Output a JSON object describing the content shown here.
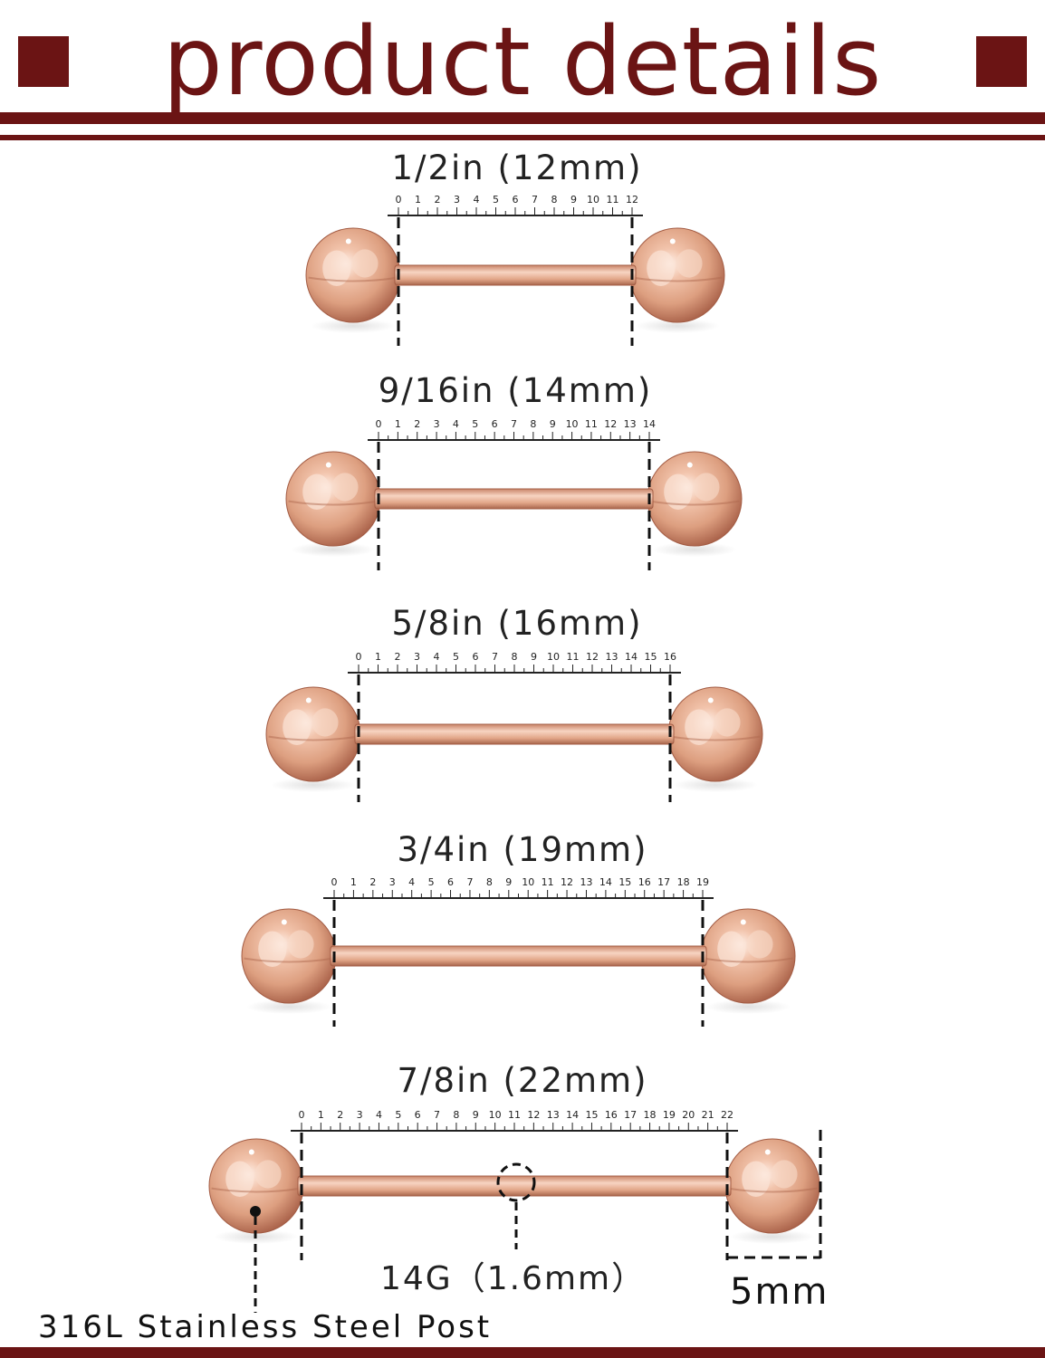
{
  "header": {
    "title": "product details",
    "accent_color": "#6b1414"
  },
  "items": [
    {
      "label": "1/2in (12mm)",
      "length_mm": 12
    },
    {
      "label": "9/16in (14mm)",
      "length_mm": 14
    },
    {
      "label": "5/8in (16mm)",
      "length_mm": 16
    },
    {
      "label": "3/4in (19mm)",
      "length_mm": 19
    },
    {
      "label": "7/8in (22mm)",
      "length_mm": 22
    }
  ],
  "annotations": {
    "gauge": "14G（1.6mm）",
    "ball_size": "5mm",
    "material": "316L Stainless Steel Post"
  },
  "colors": {
    "rose_gold": "#e3a98c",
    "rose_gold_dark": "#b8735a",
    "text": "#222222"
  }
}
